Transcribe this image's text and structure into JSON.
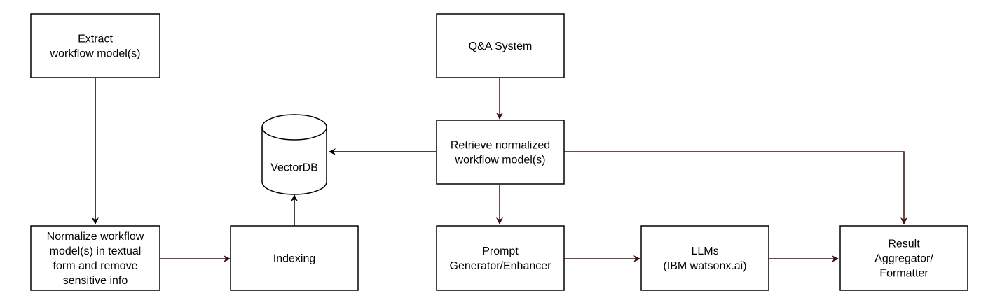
{
  "nodes": {
    "extract": {
      "lines": [
        "Extract",
        "workflow model(s)"
      ]
    },
    "normalize": {
      "lines": [
        "Normalize workflow",
        "model(s) in textual",
        "form and remove",
        "sensitive info"
      ]
    },
    "indexing": {
      "lines": [
        "Indexing"
      ]
    },
    "vectordb": {
      "lines": [
        "VectorDB"
      ]
    },
    "qa": {
      "lines": [
        "Q&A System"
      ]
    },
    "retrieve": {
      "lines": [
        "Retrieve normalized",
        "workflow model(s)"
      ]
    },
    "prompt": {
      "lines": [
        "Prompt",
        "Generator/Enhancer"
      ]
    },
    "llms": {
      "lines": [
        "LLMs",
        "(IBM watsonx.ai)"
      ]
    },
    "result": {
      "lines": [
        "Result",
        "Aggregator/",
        "Formatter"
      ]
    }
  },
  "colors": {
    "stroke": "#000000",
    "dark_arrow": "#3a0f0f",
    "text": "#000000",
    "background": "#ffffff"
  }
}
